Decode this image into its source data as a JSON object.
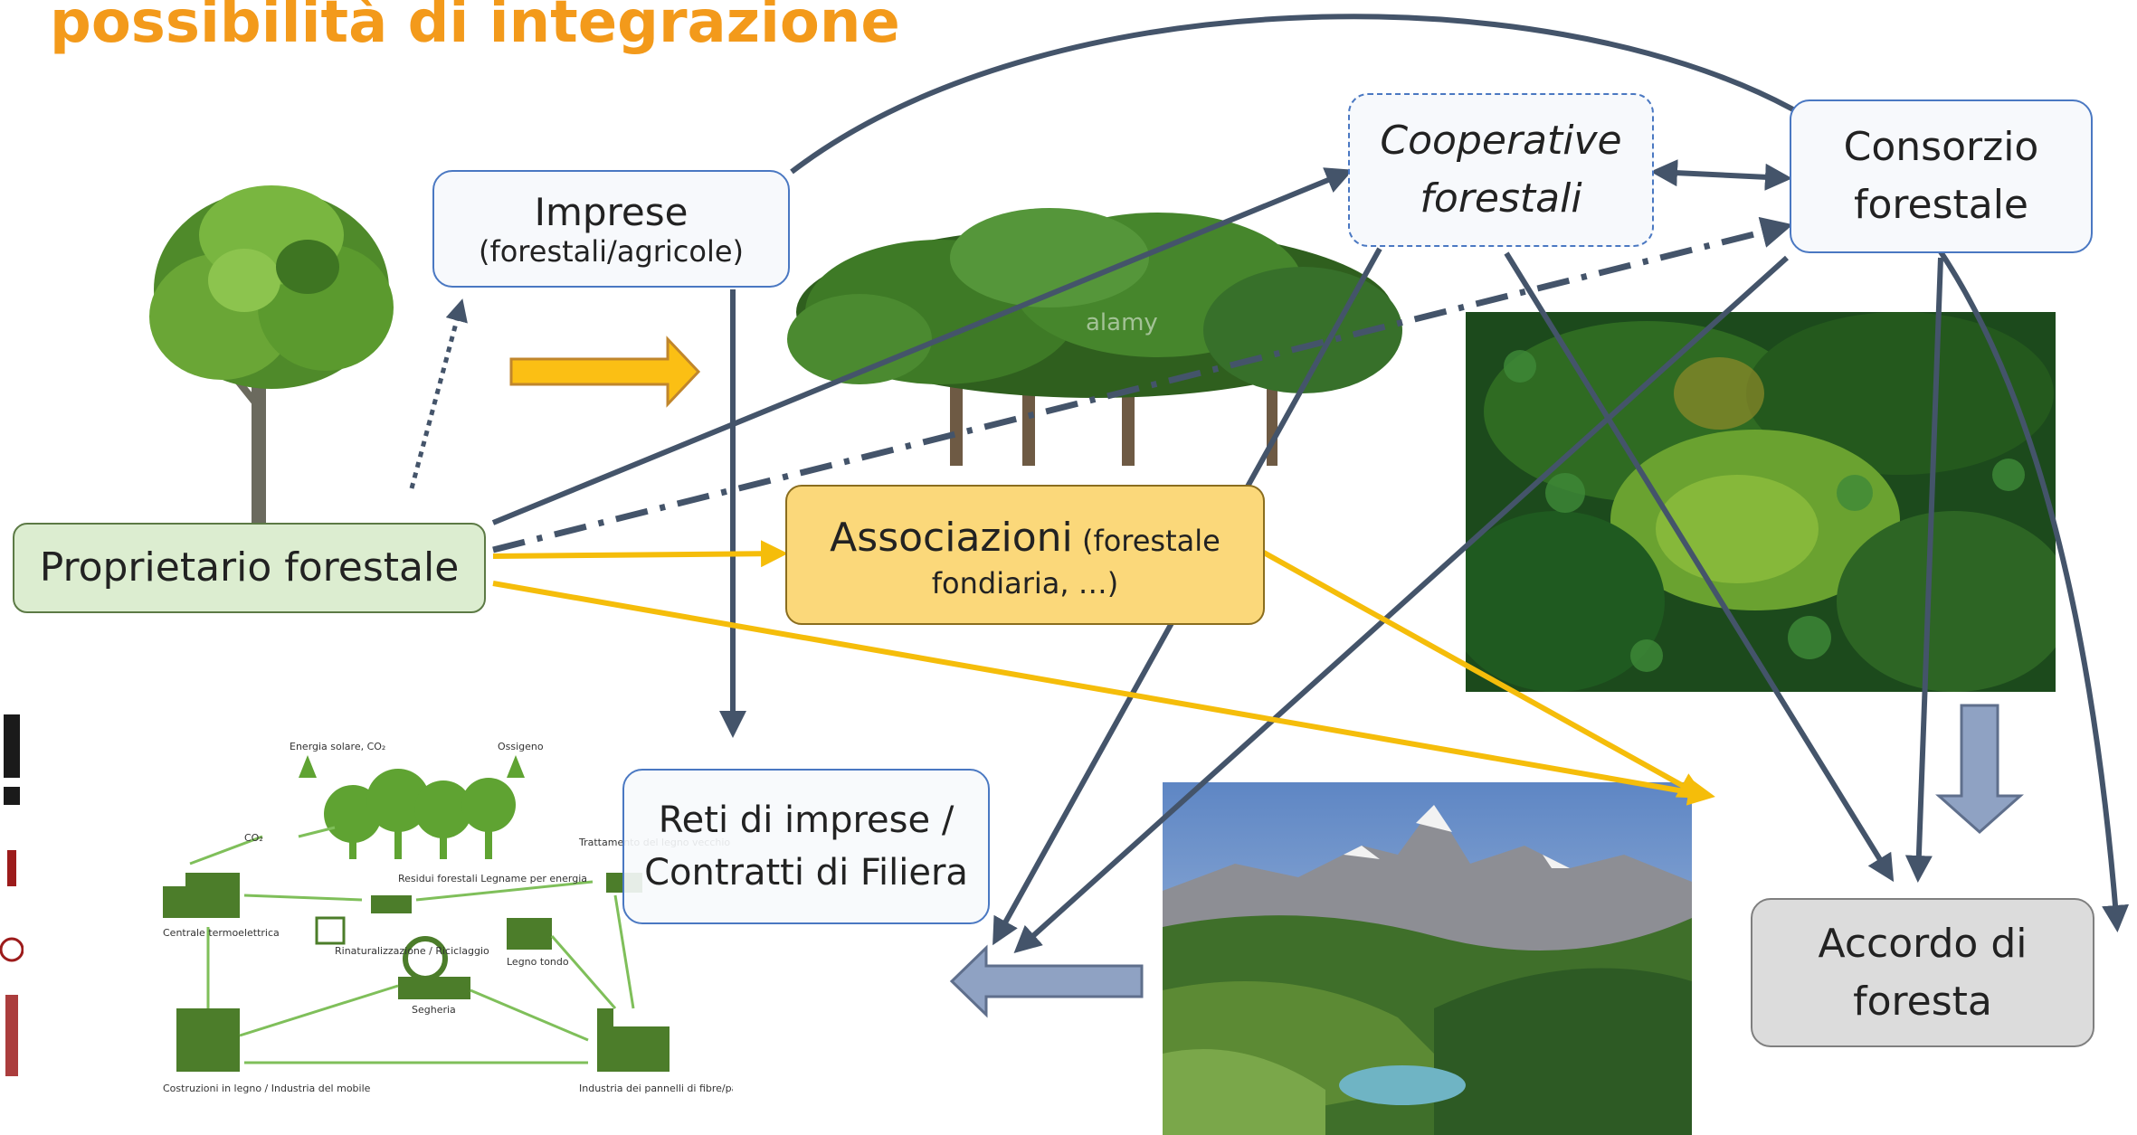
{
  "title": "possibilità di integrazione",
  "nodes": {
    "imprese": {
      "line1": "Imprese",
      "line2": "(forestali/agricole)"
    },
    "cooperative": {
      "line1": "Cooperative",
      "line2": "forestali"
    },
    "consorzio": {
      "line1": "Consorzio",
      "line2": "forestale"
    },
    "proprietario": {
      "label": "Proprietario forestale"
    },
    "associazioni": {
      "line1a": "Associazioni",
      "line1b": " (forestale",
      "line2": "fondiaria, …)"
    },
    "reti": {
      "line1": "Reti di imprese /",
      "line2": "Contratti di Filiera"
    },
    "accordo": {
      "line1": "Accordo di",
      "line2": "foresta"
    }
  },
  "filiera_labels": {
    "energia": "Energia solare, CO₂",
    "ossigeno": "Ossigeno",
    "co2": "CO₂",
    "residui": "Residui forestali Legname per energia",
    "trattamento": "Trattamento del legno vecchio",
    "centrale": "Centrale termoelettrica",
    "rinaturalizzazione": "Rinaturalizzazione / Riciclaggio",
    "legno_tondo": "Legno tondo",
    "segheria": "Segheria",
    "costruzioni": "Costruzioni in legno / Industria del mobile",
    "industria": "Industria dei pannelli di fibre/particelle"
  },
  "watermark": "alamy",
  "colors": {
    "title": "#f39a1b",
    "arrow_blue": "#44546a",
    "arrow_yellow": "#f5bd0a",
    "box_border": "#4a78c2"
  }
}
